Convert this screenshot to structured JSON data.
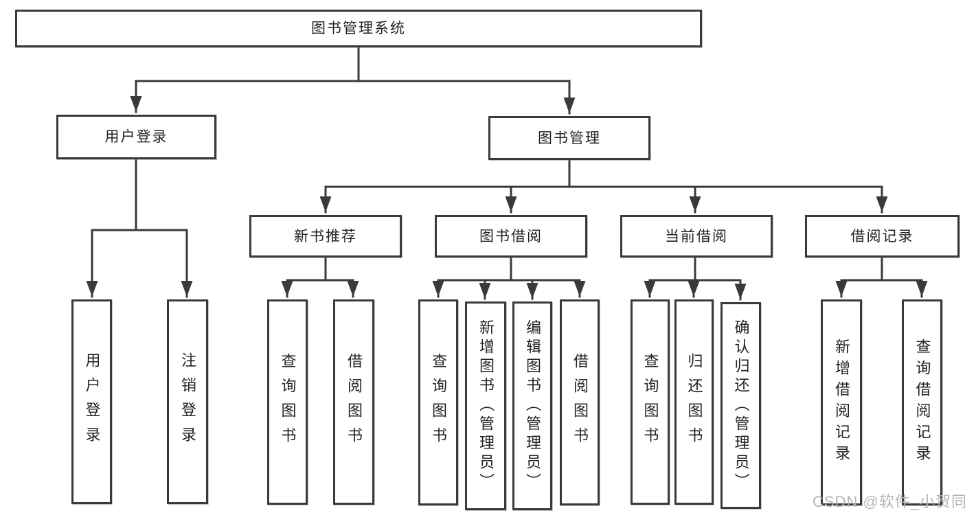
{
  "diagram": {
    "root": "图书管理系统",
    "level2": [
      "用户登录",
      "图书管理"
    ],
    "level3": [
      "新书推荐",
      "图书借阅",
      "当前借阅",
      "借阅记录"
    ],
    "leaves": {
      "user_login": [
        "用户登录",
        "注销登录"
      ],
      "new_books": [
        "查询图书",
        "借阅图书"
      ],
      "book_borrow": [
        "查询图书",
        "新增图书（管理员）",
        "编辑图书（管理员）",
        "借阅图书"
      ],
      "current_borrow": [
        "查询图书",
        "归还图书",
        "确认归还（管理员）"
      ],
      "borrow_records": [
        "新增借阅记录",
        "查询借阅记录"
      ]
    },
    "colors": {
      "line": "#3a3a3a",
      "text": "#222326",
      "background": "#ffffff",
      "watermark": "#b2b5b8"
    }
  },
  "watermark": {
    "text": "CSDN @软件_小贺同学"
  }
}
